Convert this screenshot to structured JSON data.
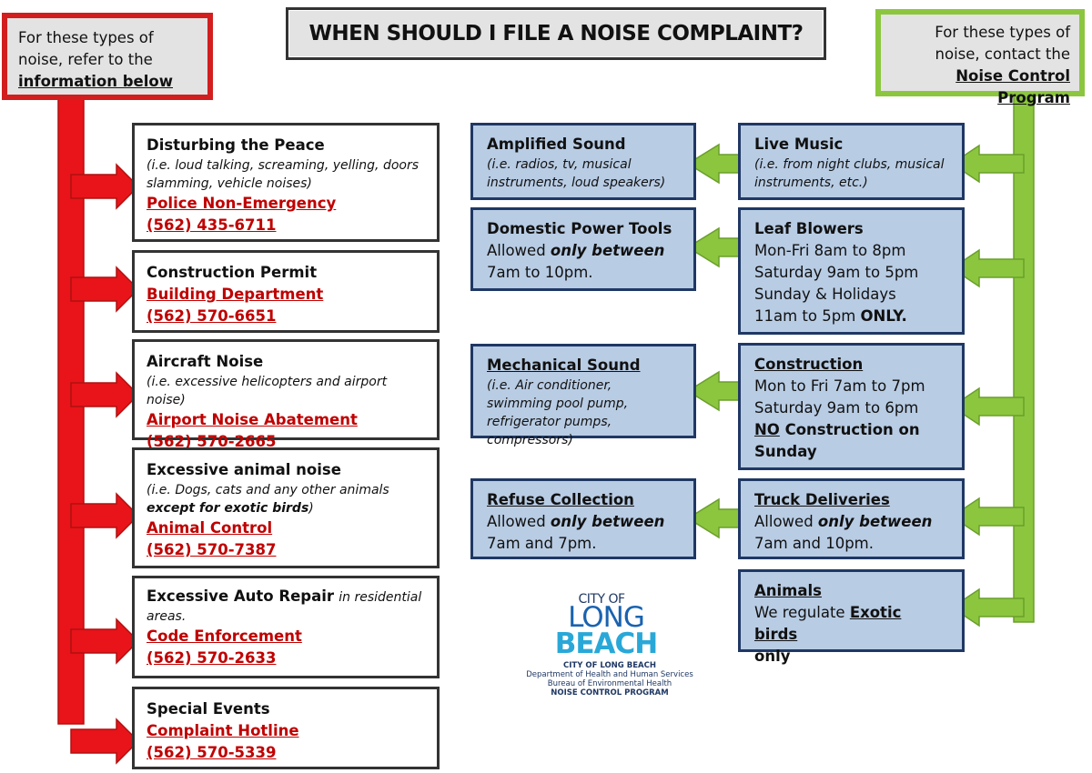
{
  "title": "WHEN SHOULD I FILE A NOISE COMPLAINT?",
  "left_callout": {
    "line1": "For these types of",
    "line2": "noise, refer to the",
    "line3": "information below"
  },
  "right_callout": {
    "line1": "For these types of",
    "line2": "noise, contact the",
    "line3": "Noise Control Program"
  },
  "colors": {
    "red_arrow": "#e8141a",
    "green_arrow": "#8cc63f",
    "blue_box": "#b8cce4",
    "link_red": "#c00000"
  },
  "left_items": [
    {
      "heading": "Disturbing the Peace",
      "note": "(i.e. loud talking, screaming, yelling, doors slamming, vehicle noises)",
      "agency": "Police Non-Emergency",
      "phone": "(562) 435-6711"
    },
    {
      "heading": "Construction Permit",
      "agency": "Building Department",
      "phone": "(562) 570-6651"
    },
    {
      "heading": "Aircraft Noise",
      "note": "(i.e. excessive helicopters and airport noise)",
      "agency": "Airport Noise Abatement",
      "phone": "(562) 570-2665"
    },
    {
      "heading": "Excessive animal noise",
      "note_a": "(i.e. Dogs, cats and any other animals ",
      "note_b": "except for exotic birds",
      "note_c": ")",
      "agency": "Animal Control",
      "phone": "(562) 570-7387"
    },
    {
      "heading": "Excessive Auto Repair",
      "note": "in residential areas.",
      "agency": "Code Enforcement",
      "phone": "(562) 570-2633"
    },
    {
      "heading": "Special Events",
      "agency": "Complaint Hotline",
      "phone": "(562) 570-5339"
    }
  ],
  "middle_items": [
    {
      "heading": "Amplified Sound",
      "note": "(i.e. radios, tv, musical instruments, loud speakers)"
    },
    {
      "heading": "Domestic Power Tools",
      "text_a": "Allowed ",
      "text_b": "only between",
      "text_c": "7am to 10pm."
    },
    {
      "heading": "Mechanical Sound",
      "note": "(i.e. Air conditioner, swimming pool pump, refrigerator pumps, compressors)"
    },
    {
      "heading": "Refuse Collection",
      "text_a": "Allowed ",
      "text_b": "only between",
      "text_c": "7am and 7pm."
    }
  ],
  "right_items": [
    {
      "heading": "Live Music",
      "note": "(i.e. from night clubs, musical instruments, etc.)"
    },
    {
      "heading": "Leaf Blowers",
      "lines": [
        "Mon-Fri 8am to 8pm",
        "Saturday 9am to 5pm",
        "Sunday & Holidays"
      ],
      "last_a": "11am to 5pm ",
      "last_b": "ONLY."
    },
    {
      "heading": "Construction",
      "lines": [
        "Mon to Fri 7am to 7pm",
        "Saturday 9am to 6pm"
      ],
      "no": "NO",
      "no_rest": " Construction on",
      "last": "Sunday"
    },
    {
      "heading": "Truck Deliveries",
      "text_a": "Allowed ",
      "text_b": "only between",
      "text_c": "7am and 10pm."
    },
    {
      "heading": "Animals",
      "text_a": "We regulate ",
      "text_b": "Exotic birds",
      "text_c": "only"
    }
  ],
  "logo": {
    "city_of": "CITY OF",
    "long": "LONG",
    "beach": "BEACH",
    "org1": "CITY OF LONG BEACH",
    "org2": "Department of Health and Human Services",
    "org3": "Bureau of Environmental Health",
    "org4": "NOISE CONTROL PROGRAM"
  }
}
